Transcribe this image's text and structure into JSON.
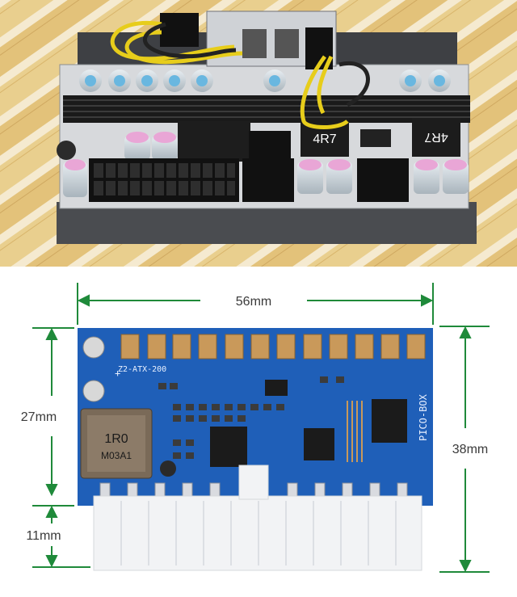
{
  "top_photo": {
    "inductor_left_label": "4R7",
    "inductor_right_label": "4R7"
  },
  "bottom_photo": {
    "width_dimension": "56mm",
    "height_dimension_left": "27mm",
    "height_dimension_right": "38mm",
    "connector_dimension": "11mm",
    "board_model": "Z2-ATX-200",
    "board_brand": "PICO-BOX",
    "inductor_line1": "1R0",
    "inductor_line2": "M03A1",
    "plus_sign": "+"
  },
  "colors": {
    "pcb_blue": "#1f5fb8",
    "heatsink_black": "#1a1a1a",
    "dimension_green": "#1f8a3a",
    "wood": "#e9cf8e"
  }
}
